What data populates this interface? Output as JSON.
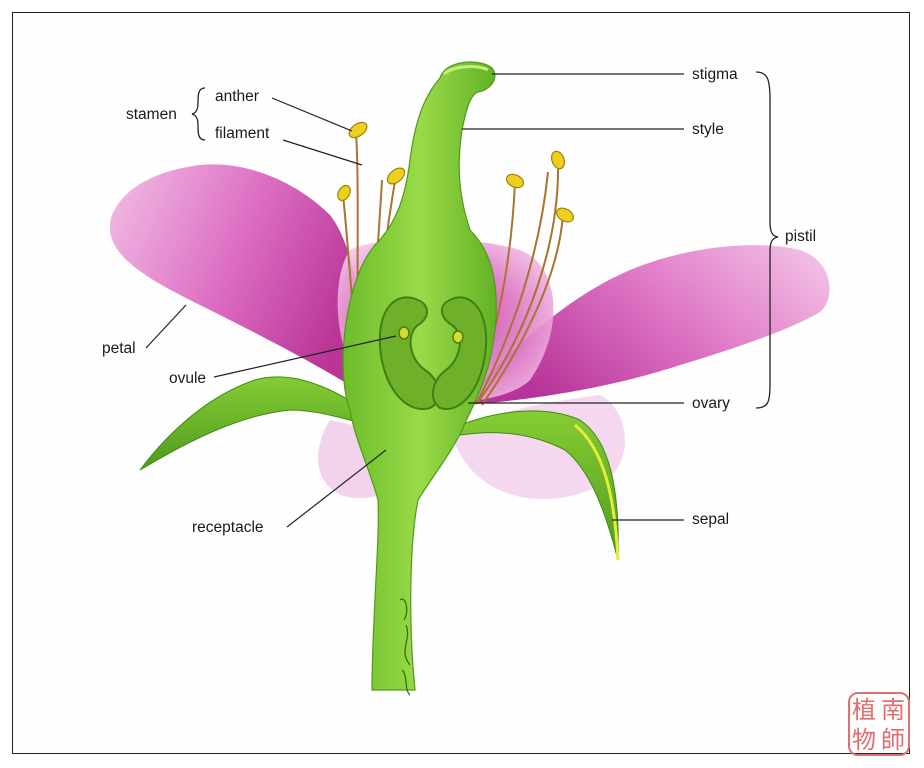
{
  "labels": {
    "stamen": "stamen",
    "anther": "anther",
    "filament": "filament",
    "petal": "petal",
    "ovule": "ovule",
    "receptacle": "receptacle",
    "stigma": "stigma",
    "style": "style",
    "pistil": "pistil",
    "ovary": "ovary",
    "sepal": "sepal"
  },
  "colors": {
    "petal": "#d95fb8",
    "petal_light": "#f0b8e2",
    "pistil_green": "#8bd23c",
    "pistil_dark": "#4f9a1e",
    "anther_yellow": "#e8d21a",
    "filament_brown": "#b07a3a",
    "seal_red": "#e07070",
    "leader_line": "#222222"
  },
  "seal": {
    "characters": [
      "南",
      "師",
      "植",
      "物"
    ]
  }
}
